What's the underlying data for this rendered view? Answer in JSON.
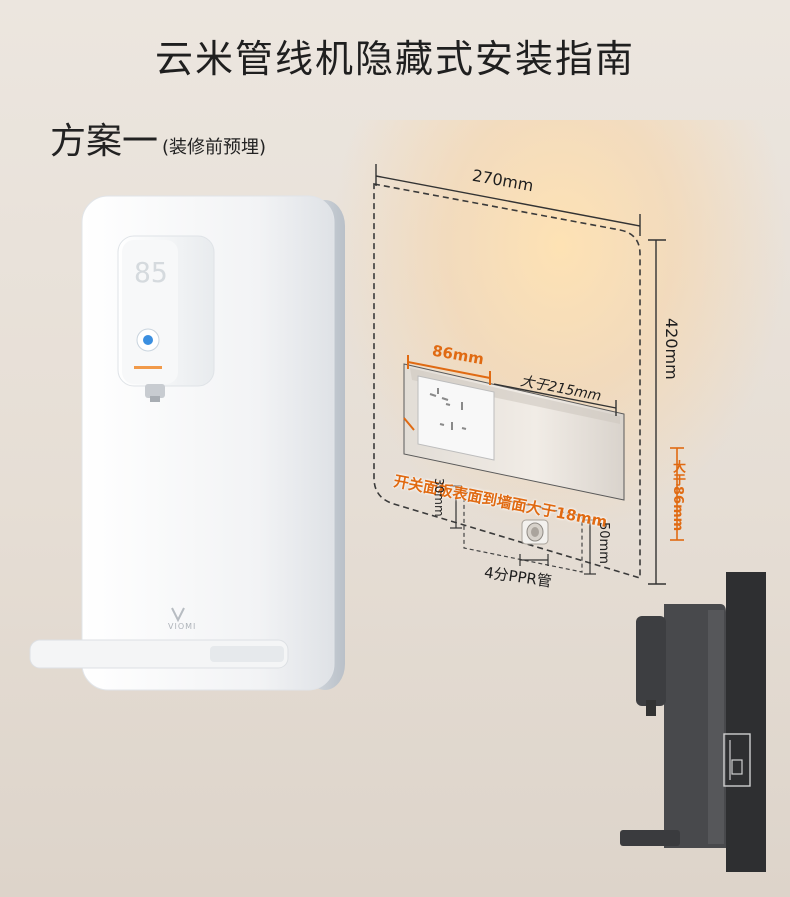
{
  "title": "云米管线机隐藏式安装指南",
  "scheme": {
    "main": "方案一",
    "sub": "(装修前预埋)"
  },
  "dimensions": {
    "cavity_width": "270mm",
    "cavity_height": "420mm",
    "socket_width": "86mm",
    "recess_width": "大于215mm",
    "panel_depth_note": "开关面板表面到墙面大于18mm",
    "right_offset": "大于86mm",
    "pipe_offset_top": "30mm",
    "pipe_offset_bottom": "50mm",
    "pipe_label": "4分PPR管"
  },
  "device": {
    "display_value": "85",
    "brand_logo": "VIOMI"
  },
  "colors": {
    "accent_orange": "#e06a12",
    "device_white": "#f4f5f6",
    "side_view_gray": "#4a4b4d",
    "wall_dark": "#2e2f31"
  }
}
